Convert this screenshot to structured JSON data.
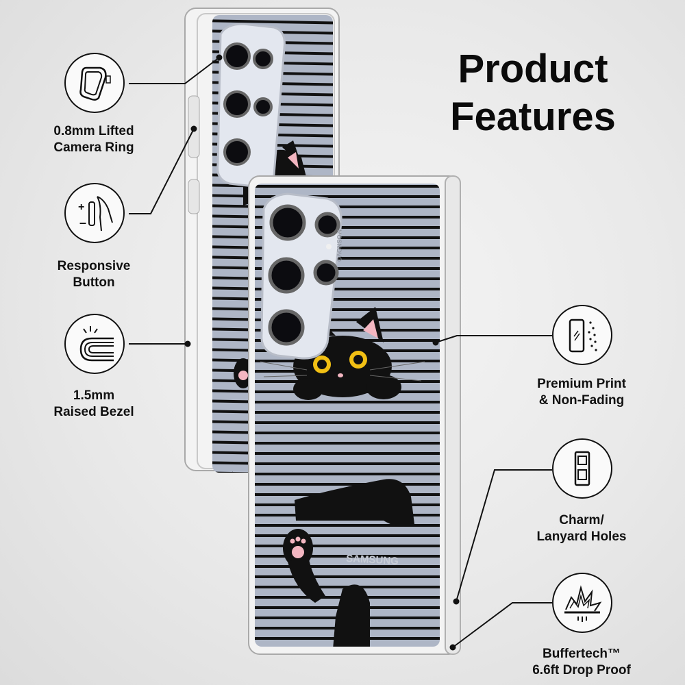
{
  "title": {
    "line1": "Product",
    "line2": "Features"
  },
  "features": [
    {
      "label_line1": "0.8mm Lifted",
      "label_line2": "Camera Ring",
      "icon": "camera-ring-icon"
    },
    {
      "label_line1": "Responsive",
      "label_line2": "Button",
      "icon": "side-button-icon"
    },
    {
      "label_line1": "1.5mm",
      "label_line2": "Raised Bezel",
      "icon": "raised-bezel-icon"
    },
    {
      "label_line1": "Premium Print",
      "label_line2": "& Non-Fading",
      "icon": "print-sparkle-icon"
    },
    {
      "label_line1": "Charm/",
      "label_line2": "Lanyard Holes",
      "icon": "lanyard-hole-icon"
    },
    {
      "label_line1": "Buffertech™",
      "label_line2": "6.6ft Drop Proof",
      "icon": "drop-impact-icon"
    }
  ],
  "phone": {
    "brand_text": "MOSNOVO",
    "maker_text": "SAMSUNG"
  }
}
